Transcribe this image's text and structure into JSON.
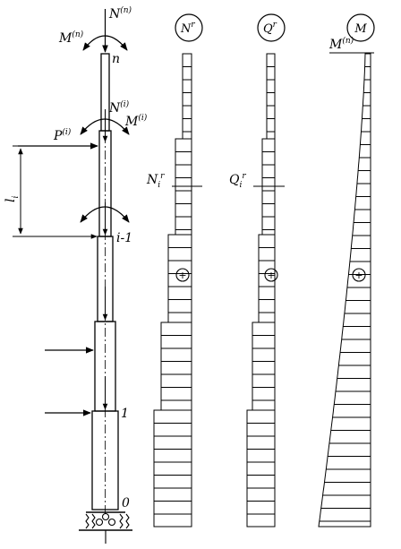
{
  "column": {
    "top_axial_force": {
      "base": "N",
      "sup": "(n)"
    },
    "top_moment": {
      "base": "M",
      "sup": "(n)"
    },
    "top_node": "n",
    "segment_axial_force": {
      "base": "N",
      "sup": "(i)"
    },
    "segment_moment": {
      "base": "M",
      "sup": "(i)"
    },
    "lateral_load": {
      "base": "P",
      "sup": "(i)"
    },
    "segment_length": {
      "base": "l",
      "sub": "i"
    },
    "lower_node": "i-1",
    "node_one": "1",
    "base_node": "0"
  },
  "diagrams": [
    {
      "header": "N",
      "header_sup": "r",
      "section_label": "N",
      "section_sub": "i",
      "section_sup": "r",
      "sign": "+"
    },
    {
      "header": "Q",
      "header_sup": "r",
      "section_label": "Q",
      "section_sub": "i",
      "section_sup": "r",
      "sign": "+"
    },
    {
      "header": "M",
      "top_label": "M",
      "top_label_sup": "(n)",
      "sign": "+"
    }
  ]
}
